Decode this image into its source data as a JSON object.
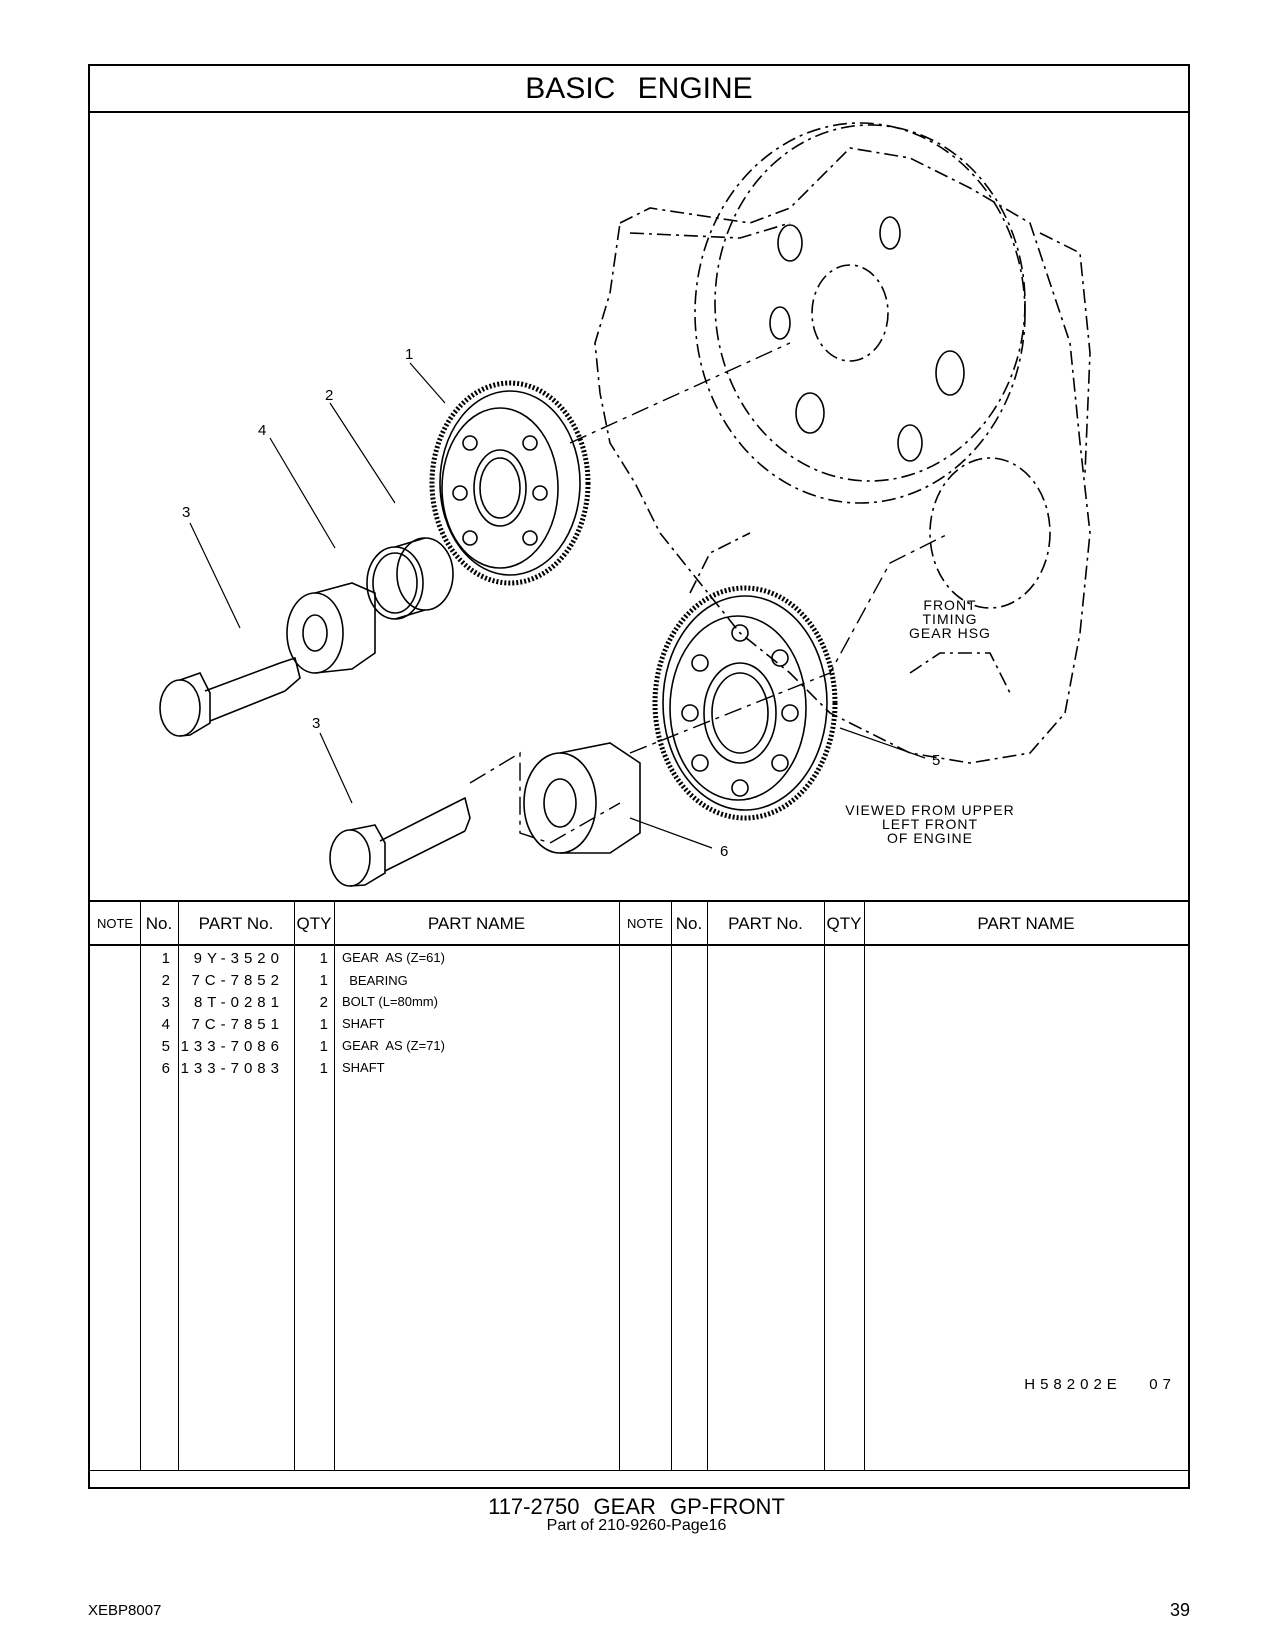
{
  "header": {
    "title": "BASIC   ENGINE"
  },
  "drawing": {
    "callouts": [
      "1",
      "2",
      "4",
      "3",
      "3",
      "5",
      "6"
    ],
    "labels": {
      "housing": [
        "FRONT",
        "TIMING",
        "GEAR HSG"
      ],
      "view": [
        "VIEWED FROM UPPER",
        "LEFT FRONT",
        "OF ENGINE"
      ]
    }
  },
  "table": {
    "headers": {
      "note": "NOTE",
      "no": "No.",
      "part_no": "PART No.",
      "qty": "QTY",
      "part_name": "PART NAME"
    },
    "rows": [
      {
        "no": "1",
        "part_no": "9Y-3520",
        "qty": "1",
        "name": "GEAR  AS (Z=61)"
      },
      {
        "no": "2",
        "part_no": "7C-7852",
        "qty": "1",
        "name": "  BEARING"
      },
      {
        "no": "3",
        "part_no": "8T-0281",
        "qty": "2",
        "name": "BOLT (L=80mm)"
      },
      {
        "no": "4",
        "part_no": "7C-7851",
        "qty": "1",
        "name": "SHAFT"
      },
      {
        "no": "5",
        "part_no": "133-7086",
        "qty": "1",
        "name": "GEAR  AS (Z=71)"
      },
      {
        "no": "6",
        "part_no": "133-7083",
        "qty": "1",
        "name": "SHAFT"
      }
    ]
  },
  "illustration_code": "H58202E   07",
  "footer": {
    "title": "117-2750   GEAR  GP-FRONT",
    "subtitle": "Part of 210-9260-Page16",
    "doc_id": "XEBP8007",
    "page_number": "39"
  }
}
